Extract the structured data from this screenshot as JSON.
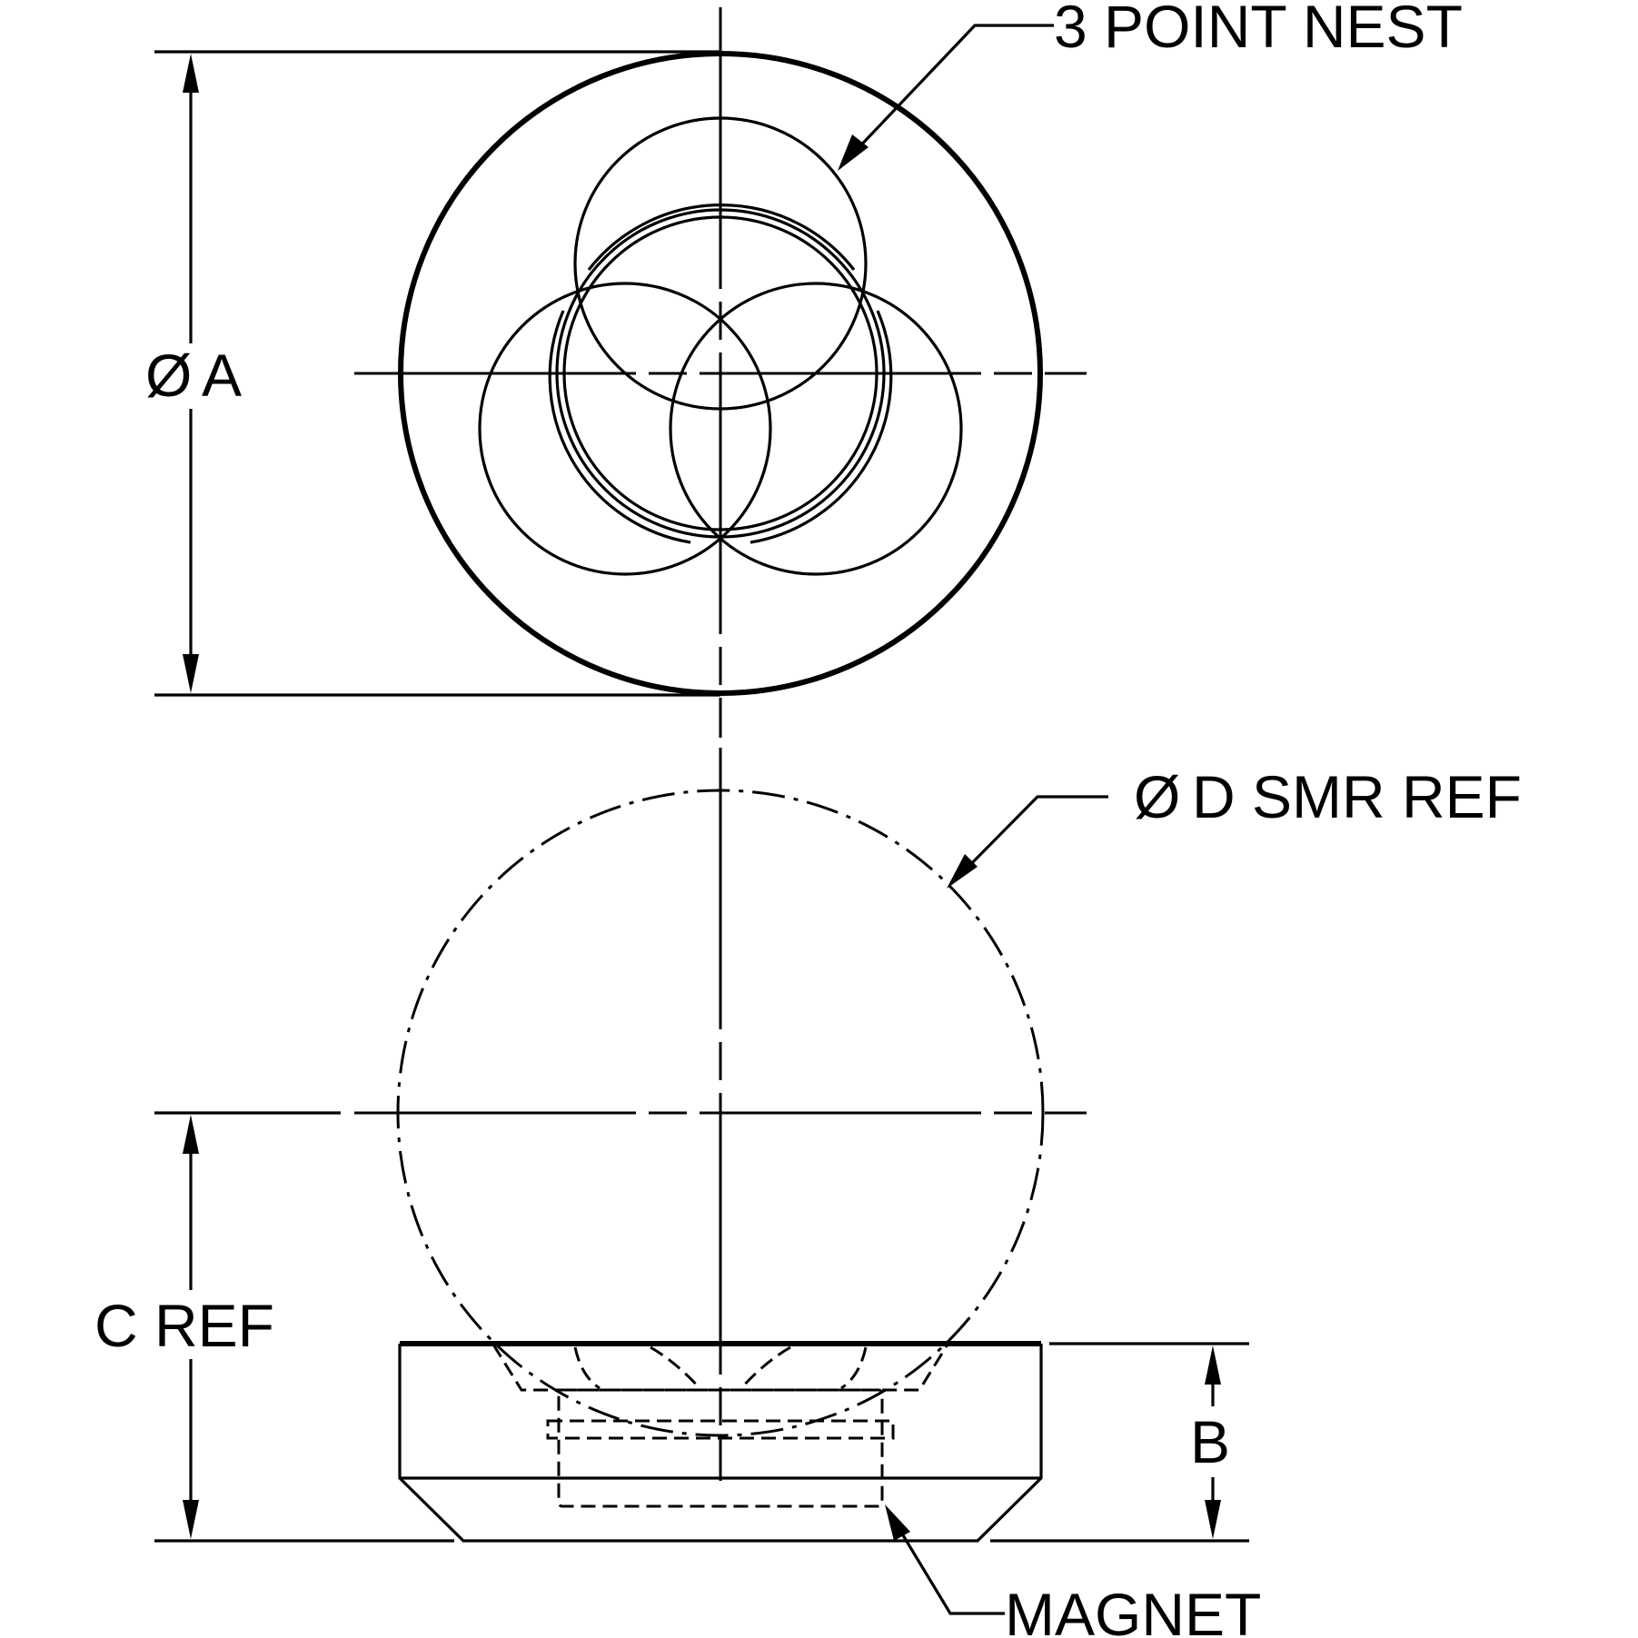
{
  "labels": {
    "nest": "3 POINT NEST",
    "diameter_a": "A",
    "smr": "D SMR REF",
    "c_ref": "C REF",
    "b": "B",
    "magnet": "MAGNET"
  },
  "diameter_symbol": "Ø"
}
